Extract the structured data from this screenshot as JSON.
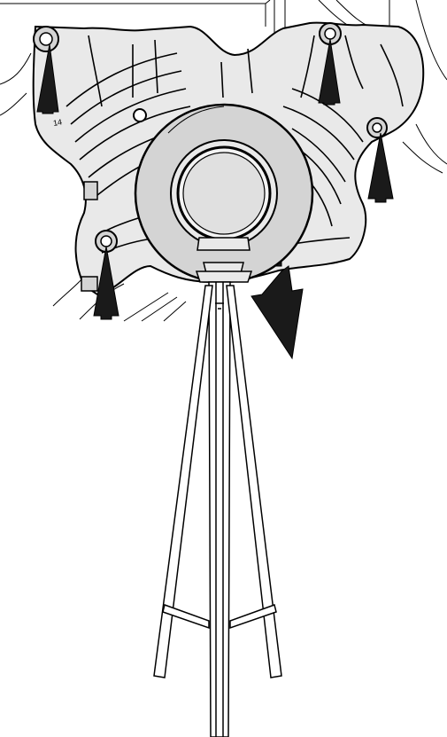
{
  "figure": {
    "callout_label": "14",
    "colors": {
      "line": "#000000",
      "fill_light": "#e9e9e9",
      "fill_mid": "#d4d4d4",
      "arrow": "#1a1a1a",
      "background": "#ffffff"
    },
    "arrows": [
      {
        "name": "arrow-up-front-left",
        "direction": "up"
      },
      {
        "name": "arrow-up-front-right",
        "direction": "up"
      },
      {
        "name": "arrow-up-right",
        "direction": "up"
      },
      {
        "name": "arrow-up-lower-left",
        "direction": "up"
      },
      {
        "name": "arrow-down-removal",
        "direction": "down"
      }
    ],
    "components": [
      "transmission-housing",
      "bell-housing-opening",
      "transmission-jack-stand"
    ]
  }
}
